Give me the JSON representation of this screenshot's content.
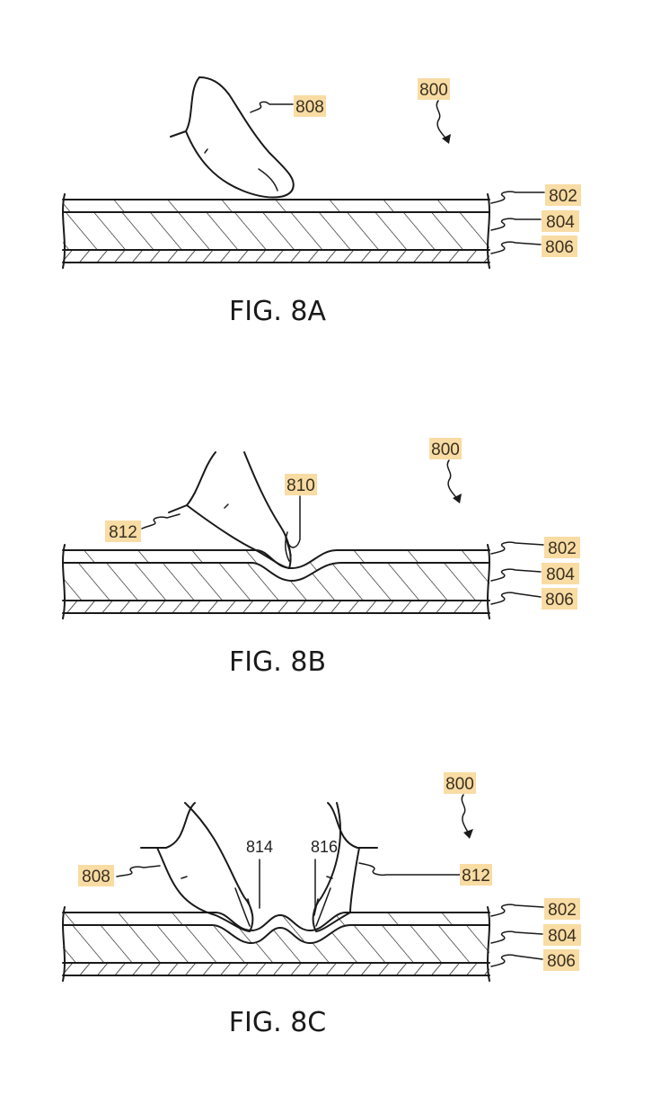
{
  "figures": [
    {
      "caption": "FIG. 8A",
      "labels": {
        "device": "800",
        "finger": "808",
        "layer_top": "802",
        "layer_mid": "804",
        "layer_bottom": "806"
      }
    },
    {
      "caption": "FIG. 8B",
      "labels": {
        "device": "800",
        "finger": "812",
        "indent": "810",
        "layer_top": "802",
        "layer_mid": "804",
        "layer_bottom": "806"
      }
    },
    {
      "caption": "FIG. 8C",
      "labels": {
        "device": "800",
        "finger_left": "808",
        "finger_right": "812",
        "indent_left": "814",
        "indent_right": "816",
        "layer_top": "802",
        "layer_mid": "804",
        "layer_bottom": "806"
      }
    }
  ],
  "colors": {
    "label_highlight": "#f8dca4",
    "line": "#1a1a1a"
  }
}
